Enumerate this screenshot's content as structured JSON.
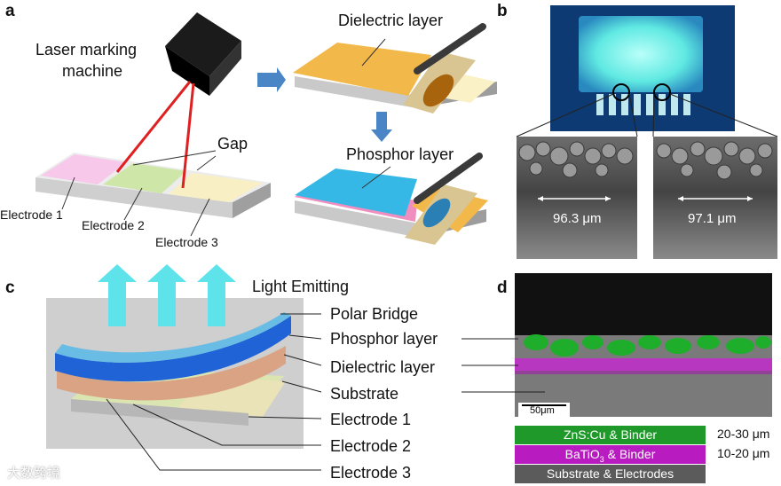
{
  "panel_a": {
    "letter": "a",
    "machine_label_line1": "Laser marking",
    "machine_label_line2": "machine",
    "gap_label": "Gap",
    "electrode_1": "Electrode 1",
    "electrode_2": "Electrode 2",
    "electrode_3": "Electrode 3",
    "dielectric_label": "Dielectric layer",
    "phosphor_label": "Phosphor layer"
  },
  "panel_b": {
    "letter": "b",
    "measure_left": "96.3 μm",
    "measure_right": "97.1 μm"
  },
  "panel_c": {
    "letter": "c",
    "light_label": "Light Emitting",
    "layers": [
      "Polar Bridge",
      "Phosphor layer",
      "Dielectric layer",
      "Substrate",
      "Electrode 1",
      "Electrode 2",
      "Electrode 3"
    ]
  },
  "panel_d": {
    "letter": "d",
    "scale_bar": "50μm",
    "legend": [
      {
        "label": "ZnS:Cu & Binder",
        "range": "20-30 μm",
        "color": "#1f9a2a"
      },
      {
        "label_prefix": "BaTiO",
        "label_sub": "3",
        "label_suffix": " & Binder",
        "range": "10-20 μm",
        "color": "#b81cc0"
      },
      {
        "label": "Substrate & Electrodes",
        "range": "",
        "color": "#5b5b5b"
      }
    ]
  },
  "watermark": "大数跨境"
}
